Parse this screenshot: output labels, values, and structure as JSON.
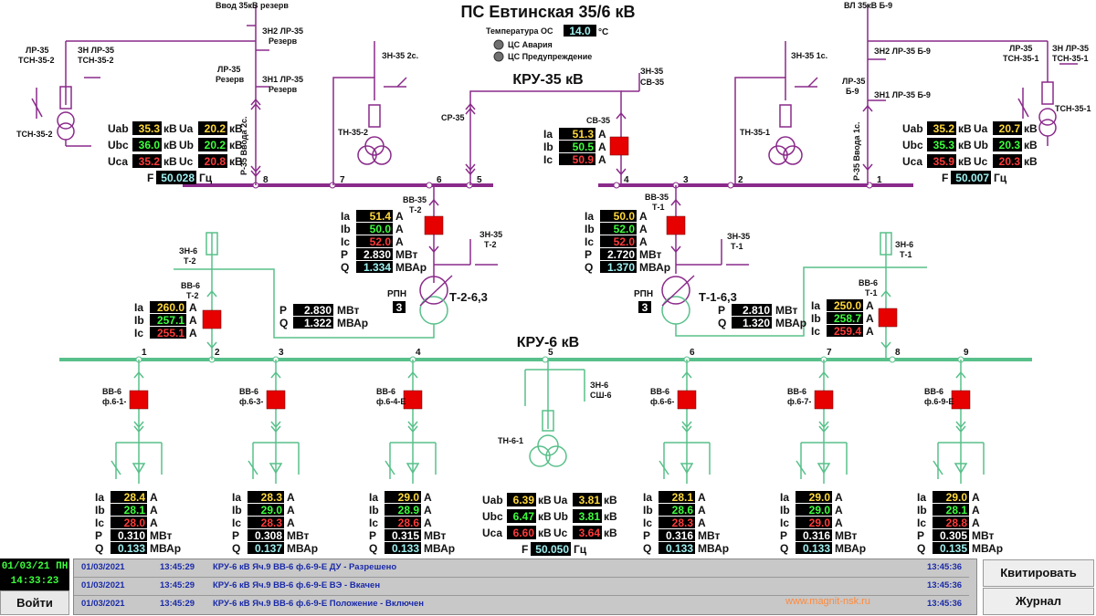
{
  "title": "ПС Евтинская 35/6 кВ",
  "temperature": {
    "label": "Температура ОС",
    "value": "14.0",
    "unit": "°С"
  },
  "alarms": [
    {
      "label": "ЦС Авария",
      "color": "#707070"
    },
    {
      "label": "ЦС Предупреждение",
      "color": "#707070"
    }
  ],
  "kru35_label": "КРУ-35 кВ",
  "kru6_label": "КРУ-6 кВ",
  "labels": {
    "vvod_rezerv": "Ввод 35кВ резерв",
    "vl_b9": "ВЛ 35кВ Б-9",
    "zn2_left": [
      "ЗН2 ЛР-35",
      "Резерв"
    ],
    "lr35_rez": [
      "ЛР-35",
      "Резерв"
    ],
    "zn1_left": [
      "ЗН1 ЛР-35",
      "Резерв"
    ],
    "lr35_tsn2": [
      "ЛР-35",
      "ТСН-35-2"
    ],
    "zn_lr35_tsn2": [
      "ЗН ЛР-35",
      "ТСН-35-2"
    ],
    "tsn352": "ТСН-35-2",
    "p35_vvod2": "Р-35 Ввода 2с.",
    "zn35_2s": "ЗН-35 2с.",
    "tn352": "ТН-35-2",
    "sr35": "СР-35",
    "zn35_sv": [
      "ЗН-35",
      "СВ-35"
    ],
    "sv35": "СВ-35",
    "zn35_1s": "ЗН-35 1с.",
    "tn351": "ТН-35-1",
    "zn2_right": "ЗН2 ЛР-35 Б-9",
    "lr35_b9": [
      "ЛР-35",
      "Б-9"
    ],
    "zn1_right": "ЗН1 ЛР-35 Б-9",
    "p35_vvod1": "Р-35 Ввода 1с.",
    "lr35_tsn1": [
      "ЛР-35",
      "ТСН-35-1"
    ],
    "zn_lr35_tsn1": [
      "ЗН ЛР-35",
      "ТСН-35-1"
    ],
    "tsn351": "ТСН-35-1",
    "vv35_t2": [
      "ВВ-35",
      "Т-2"
    ],
    "zn35_t2": [
      "ЗН-35",
      "Т-2"
    ],
    "vv35_t1": [
      "ВВ-35",
      "Т-1"
    ],
    "zn35_t1": [
      "ЗН-35",
      "Т-1"
    ],
    "t2": "Т-2-6,3",
    "t1": "Т-1-6,3",
    "rpn": "РПН",
    "zn6_t2": [
      "ЗН-6",
      "Т-2"
    ],
    "vv6_t2": [
      "ВВ-6",
      "Т-2"
    ],
    "zn6_t1": [
      "ЗН-6",
      "Т-1"
    ],
    "vv6_t1": [
      "ВВ-6",
      "Т-1"
    ],
    "zn6_sh6": [
      "ЗН-6",
      "СШ-6"
    ],
    "tn61": "ТН-6-1"
  },
  "bus35_nodes": [
    "8",
    "7",
    "6",
    "5",
    "4",
    "3",
    "2",
    "1"
  ],
  "bus6_nodes": [
    "1",
    "2",
    "3",
    "4",
    "5",
    "6",
    "7",
    "8",
    "9"
  ],
  "rpn_left": "3",
  "rpn_right": "3",
  "colors": {
    "phaseA": "#ffd83a",
    "phaseB": "#3cff3c",
    "phaseC": "#ff3a3a",
    "power": "#ffffff",
    "freq": "#9ff0f0",
    "bus35": "#8a2a8a",
    "bus6": "#58c08a",
    "breaker": "#e60000"
  },
  "volt_left": {
    "uab": "35.3",
    "ubc": "36.0",
    "uca": "35.2",
    "ua": "20.2",
    "ub": "20.2",
    "uc": "20.8",
    "f": "50.028",
    "lines": [
      "Uab",
      "Ubc",
      "Uca"
    ],
    "phase": [
      "Ua",
      "Ub",
      "Uc"
    ],
    "unit": "кВ",
    "funit": "Гц",
    "flabel": "F"
  },
  "volt_right": {
    "uab": "35.2",
    "ubc": "35.3",
    "uca": "35.9",
    "ua": "20.7",
    "ub": "20.3",
    "uc": "20.3",
    "f": "50.007",
    "lines": [
      "Uab",
      "Ubc",
      "Uca"
    ],
    "phase": [
      "Ua",
      "Ub",
      "Uc"
    ],
    "unit": "кВ",
    "funit": "Гц",
    "flabel": "F"
  },
  "volt_6": {
    "uab": "6.39",
    "ubc": "6.47",
    "uca": "6.60",
    "ua": "3.81",
    "ub": "3.81",
    "uc": "3.64",
    "f": "50.050",
    "lines": [
      "Uab",
      "Ubc",
      "Uca"
    ],
    "phase": [
      "Ua",
      "Ub",
      "Uc"
    ],
    "unit": "кВ",
    "funit": "Гц",
    "flabel": "F"
  },
  "sv35_meas": {
    "ia": "51.3",
    "ib": "50.5",
    "ic": "50.9"
  },
  "vv35_t2_meas": {
    "ia": "51.4",
    "ib": "50.0",
    "ic": "52.0",
    "p": "2.830",
    "q": "1.334"
  },
  "vv35_t1_meas": {
    "ia": "50.0",
    "ib": "52.0",
    "ic": "52.0",
    "p": "2.720",
    "q": "1.370"
  },
  "t2_lv_pq": {
    "p": "2.830",
    "q": "1.322"
  },
  "t1_lv_pq": {
    "p": "2.810",
    "q": "1.320"
  },
  "vv6_t2_meas": {
    "ia": "260.0",
    "ib": "257.1",
    "ic": "255.1"
  },
  "vv6_t1_meas": {
    "ia": "250.0",
    "ib": "258.7",
    "ic": "259.4"
  },
  "units": {
    "a": "А",
    "mw": "МВт",
    "mvar": "МВАр",
    "ia": "Ia",
    "ib": "Ib",
    "ic": "Ic",
    "p": "P",
    "q": "Q"
  },
  "feeders": [
    {
      "label": [
        "ВВ-6",
        "ф.6-1-"
      ],
      "ia": "28.4",
      "ib": "28.1",
      "ic": "28.0",
      "p": "0.310",
      "q": "0.133"
    },
    {
      "label": [
        "ВВ-6",
        "ф.6-3-"
      ],
      "ia": "28.3",
      "ib": "29.0",
      "ic": "28.3",
      "p": "0.308",
      "q": "0.137"
    },
    {
      "label": [
        "ВВ-6",
        "ф.6-4-Е"
      ],
      "ia": "29.0",
      "ib": "28.9",
      "ic": "28.6",
      "p": "0.315",
      "q": "0.133"
    },
    {
      "label": [
        "ВВ-6",
        "ф.6-6-"
      ],
      "ia": "28.1",
      "ib": "28.6",
      "ic": "28.3",
      "p": "0.316",
      "q": "0.133"
    },
    {
      "label": [
        "ВВ-6",
        "ф.6-7-"
      ],
      "ia": "29.0",
      "ib": "29.0",
      "ic": "29.0",
      "p": "0.316",
      "q": "0.133"
    },
    {
      "label": [
        "ВВ-6",
        "ф.6-9-Е"
      ],
      "ia": "29.0",
      "ib": "28.1",
      "ic": "28.8",
      "p": "0.305",
      "q": "0.135"
    }
  ],
  "clock": {
    "date": "01/03/21 ПН",
    "time": "14:33:23"
  },
  "login_label": "Войти",
  "events": [
    {
      "date": "01/03/2021",
      "time": "13:45:29",
      "text": "КРУ-6 кВ Яч.9 ВВ-6 ф.6-9-Е ДУ - Разрешено",
      "ack": "13:45:36"
    },
    {
      "date": "01/03/2021",
      "time": "13:45:29",
      "text": "КРУ-6 кВ Яч.9 ВВ-6 ф.6-9-Е ВЭ - Вкачен",
      "ack": "13:45:36"
    },
    {
      "date": "01/03/2021",
      "time": "13:45:29",
      "text": "КРУ-6 кВ Яч.9 ВВ-6 ф.6-9-Е Положение - Включен",
      "ack": "13:45:36"
    }
  ],
  "watermark": "www.magnit-nsk.ru",
  "buttons": {
    "ack": "Квитировать",
    "journal": "Журнал"
  }
}
